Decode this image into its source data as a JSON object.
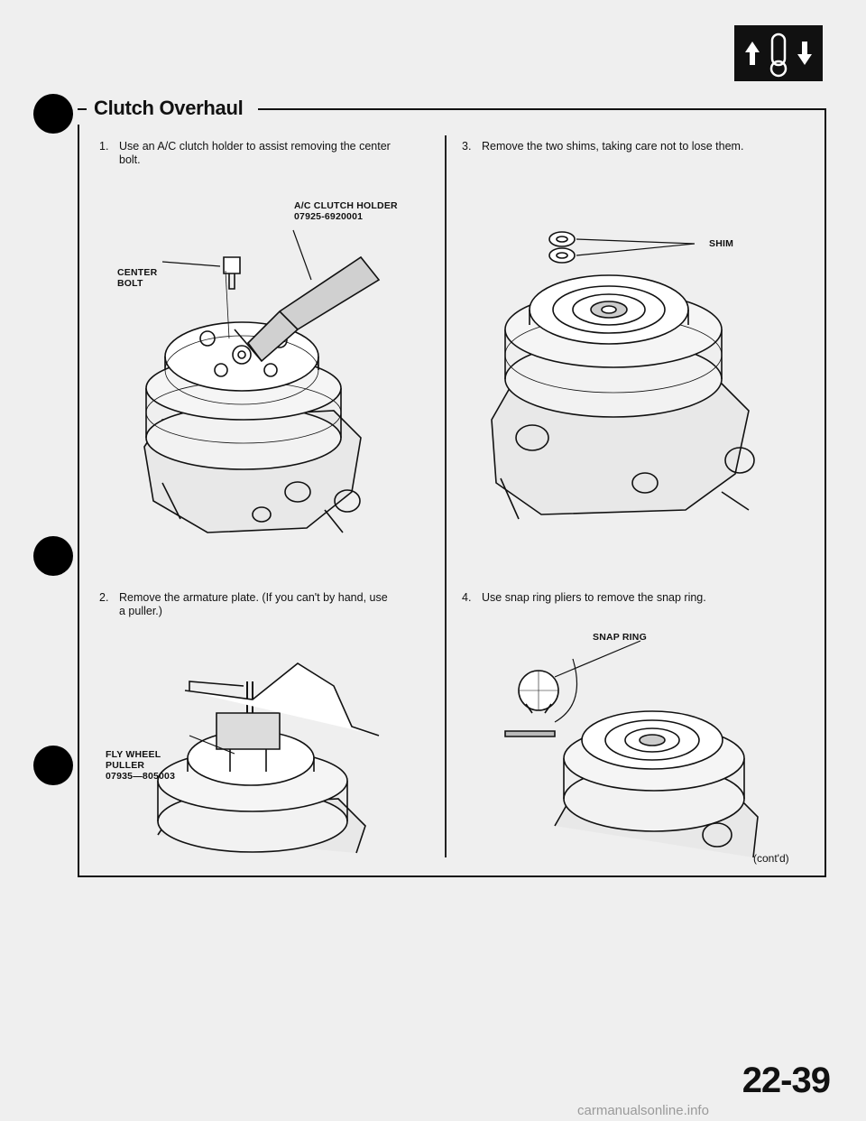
{
  "header": {
    "title": "Clutch Overhaul",
    "section_icon": "ac-thermometer-arrows-icon"
  },
  "steps": [
    {
      "num": "1.",
      "text_line1": "Use an A/C clutch holder to assist removing the center",
      "text_line2": "bolt."
    },
    {
      "num": "2.",
      "text_line1": "Remove the armature plate. (If you can't by hand, use",
      "text_line2": "a puller.)"
    },
    {
      "num": "3.",
      "text_line1": "Remove the two shims, taking care not to lose them.",
      "text_line2": ""
    },
    {
      "num": "4.",
      "text_line1": "Use snap ring pliers to remove the snap ring.",
      "text_line2": ""
    }
  ],
  "figure_labels": {
    "holder_line1": "A/C CLUTCH HOLDER",
    "holder_line2": "07925-6920001",
    "center_bolt_line1": "CENTER",
    "center_bolt_line2": "BOLT",
    "flywheel_line1": "FLY WHEEL",
    "flywheel_line2": "PULLER",
    "flywheel_line3": "07935—805003",
    "shim": "SHIM",
    "snap_ring": "SNAP RING"
  },
  "footer": {
    "contd": "(cont'd)",
    "page_number": "22-39",
    "watermark": "carmanualsonline.info"
  }
}
